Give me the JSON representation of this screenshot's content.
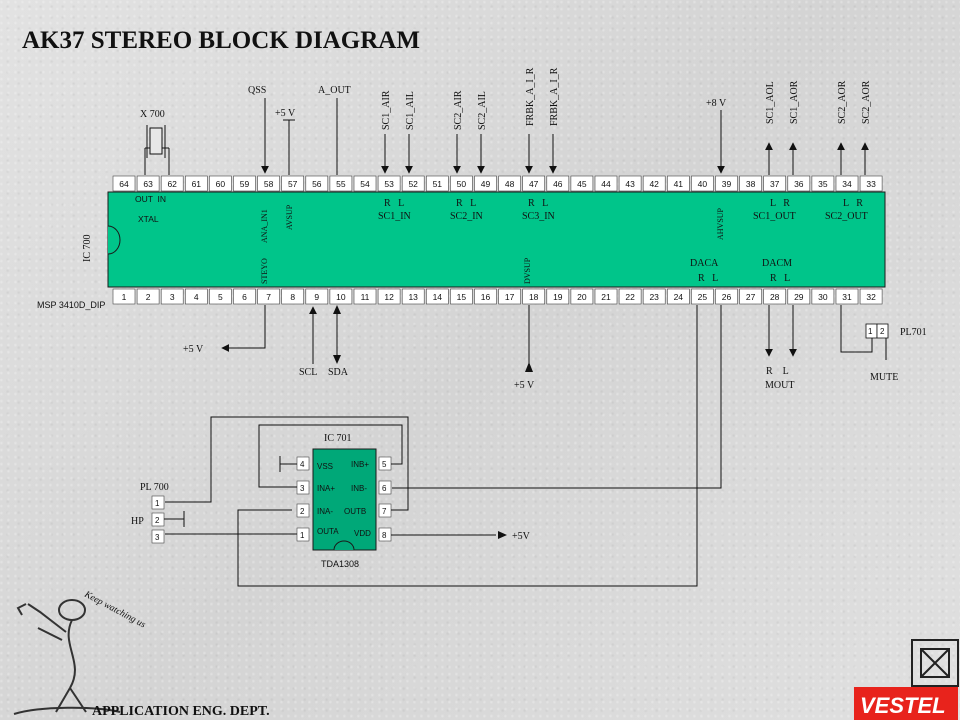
{
  "title": "AK37 STEREO BLOCK DIAGRAM",
  "footer": {
    "dept": "APPLICATION ENG. DEPT.",
    "brand": "VESTEL",
    "mascot_text": "Keep watching us"
  },
  "colors": {
    "chip": "#00c58a",
    "chip_small": "#00a878",
    "brand_bg": "#e8231c",
    "wire": "#111111"
  },
  "ic700": {
    "name": "IC 700",
    "part": "MSP 3410D_DIP",
    "top_pins": [
      "64",
      "63",
      "62",
      "61",
      "60",
      "59",
      "58",
      "57",
      "56",
      "55",
      "54",
      "53",
      "52",
      "51",
      "50",
      "49",
      "48",
      "47",
      "46",
      "45",
      "44",
      "43",
      "42",
      "41",
      "40",
      "39",
      "38",
      "37",
      "36",
      "35",
      "34",
      "33"
    ],
    "bottom_pins": [
      "1",
      "2",
      "3",
      "4",
      "5",
      "6",
      "7",
      "8",
      "9",
      "10",
      "11",
      "12",
      "13",
      "14",
      "15",
      "16",
      "17",
      "18",
      "19",
      "20",
      "21",
      "22",
      "23",
      "24",
      "25",
      "26",
      "27",
      "28",
      "29",
      "30",
      "31",
      "32"
    ],
    "labels": {
      "out_in": "OUT  IN",
      "xtal": "XTAL",
      "ana_in1": "ANA_IN1",
      "avsup": "AVSUP",
      "sc1_in_rl": "R   L",
      "sc1_in": "SC1_IN",
      "sc2_in_rl": "R   L",
      "sc2_in": "SC2_IN",
      "sc3_in_rl": "R   L",
      "sc3_in": "SC3_IN",
      "ahvsup": "AHVSUP",
      "sc1_out_lr": "L   R",
      "sc1_out": "SC1_OUT",
      "sc2_out_lr": "L   R",
      "sc2_out": "SC2_OUT",
      "stereo": "STEYO",
      "dvsup": "DVSUP",
      "daca": "DACA",
      "daca_rl": "R   L",
      "dacm": "DACM",
      "dacm_rl": "R   L"
    }
  },
  "signals": {
    "qss": "QSS",
    "a_out": "A_OUT",
    "x700": "X 700",
    "plus5v_top": "+5 V",
    "sc1_air": "SC1_AIR",
    "sc1_ail": "SC1_AIL",
    "sc2_air": "SC2_AIR",
    "sc2_ail": "SC2_AIL",
    "frbk_1": "FRBK_A_I_R",
    "frbk_2": "FRBK_A_I_R",
    "plus8v": "+8 V",
    "sc1_aol": "SC1_AOL",
    "sc1_aor": "SC1_AOR",
    "sc2_aor_1": "SC2_AOR",
    "sc2_aor_2": "SC2_AOR",
    "plus5v_left": "+5 V",
    "scl": "SCL",
    "sda": "SDA",
    "plus5v_bottom": "+5 V",
    "mout_rl": "R    L",
    "mout": "MOUT",
    "pl701": "PL701",
    "pl701_pins": [
      "1",
      "2"
    ],
    "mute": "MUTE"
  },
  "ic701": {
    "name": "IC 701",
    "part": "TDA1308",
    "left_pins": [
      "4",
      "3",
      "2",
      "1"
    ],
    "right_pins": [
      "5",
      "6",
      "7",
      "8"
    ],
    "left_labels": [
      "VSS",
      "INA+",
      "INA-",
      "OUTA"
    ],
    "right_labels": [
      "INB+",
      "INB-",
      "OUTB",
      "VDD"
    ],
    "vdd_supply": "+5V"
  },
  "pl700": {
    "name": "PL 700",
    "pins": [
      "1",
      "2",
      "3"
    ],
    "hp": "HP"
  }
}
